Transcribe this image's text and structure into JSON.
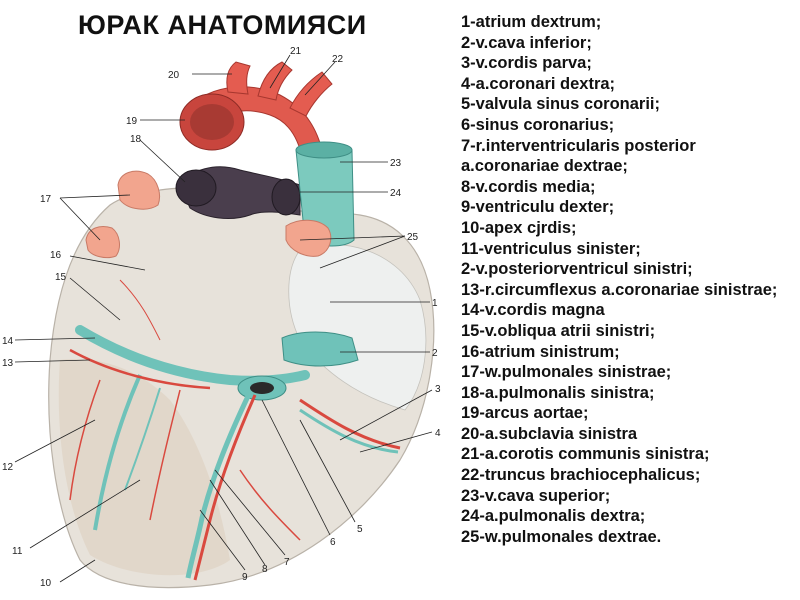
{
  "title": "ЮРАК АНАТОМИЯСИ",
  "legend": [
    "1-atrium dextrum;",
    "2-v.cava inferior;",
    "3-v.cordis parva;",
    "4-a.coronari dextra;",
    "5-valvula sinus coronarii;",
    "6-sinus coronarius;",
    "7-r.interventricularis posterior a.coronariae dextrae;",
    "8-v.cordis media;",
    "9-ventriculu dexter;",
    "10-apex cjrdis;",
    "11-ventriculus sinister;",
    "2-v.posteriorventricul sinistri;",
    "13-r.circumflexus a.coronariae sinistrae;",
    "14-v.cordis magna",
    "15-v.obliqua atrii sinistri;",
    "16-atrium sinistrum;",
    "17-w.pulmonales sinistrae;",
    "18-a.pulmonalis sinistra;",
    "19-arcus aortae;",
    "20-a.subclavia sinistra",
    "21-a.corotis communis sinistra;",
    "22-truncus brachiocephalicus;",
    "23-v.cava superior;",
    "24-a.pulmonalis dextra;",
    "25-w.pulmonales dextrae."
  ],
  "callouts": [
    "1",
    "2",
    "3",
    "4",
    "5",
    "6",
    "7",
    "8",
    "9",
    "10",
    "11",
    "12",
    "13",
    "14",
    "15",
    "16",
    "17",
    "18",
    "19",
    "20",
    "21",
    "22",
    "23",
    "24",
    "25"
  ],
  "colors": {
    "heart_muscle": "#e7e2da",
    "artery": "#e0524a",
    "vein_blue": "#6fc2b9",
    "vein_dark": "#4a3e4d",
    "atrium_pink": "#f2a58e"
  }
}
